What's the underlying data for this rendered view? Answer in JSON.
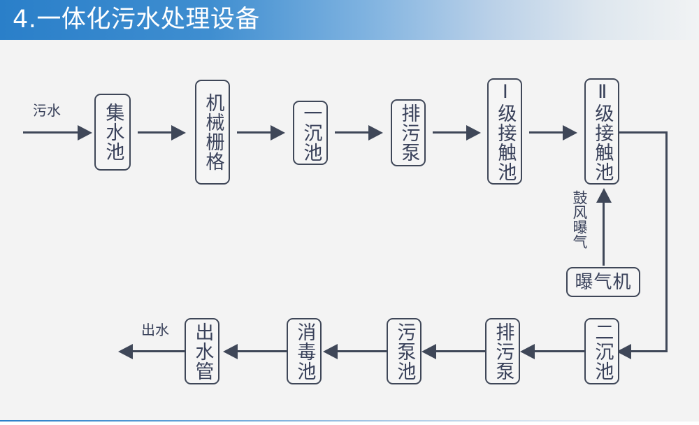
{
  "header": {
    "title": "4.一体化污水处理设备",
    "accent_color": "#2a7fc9",
    "text_color": "#ffffff"
  },
  "theme": {
    "background": "#f3f3f3",
    "line_color": "#3f4758",
    "node_fill": "#f5f5f5",
    "node_text": "#39415a"
  },
  "diagram": {
    "labels": {
      "inlet": "污水",
      "outlet": "出水",
      "aeration": "鼓风曝气"
    },
    "row1": [
      {
        "id": "collection-tank",
        "text": "集水池"
      },
      {
        "id": "mechanical-grid",
        "text": "机械栅格"
      },
      {
        "id": "primary-sedimentation-tank",
        "text": "一沉池"
      },
      {
        "id": "sewage-pump",
        "text": "排污泵"
      },
      {
        "id": "contact-tank-1",
        "text": "Ⅰ级接触池"
      },
      {
        "id": "contact-tank-2",
        "text": "Ⅱ级接触池"
      }
    ],
    "aerator": {
      "id": "aerator",
      "text": "曝气机"
    },
    "row2": [
      {
        "id": "outlet-pipe",
        "text": "出水管"
      },
      {
        "id": "disinfection-tank",
        "text": "消毒池"
      },
      {
        "id": "sludge-pump-tank",
        "text": "污泵池"
      },
      {
        "id": "sewage-pump-2",
        "text": "排污泵"
      },
      {
        "id": "secondary-sedimentation-tank",
        "text": "二沉池"
      }
    ]
  }
}
